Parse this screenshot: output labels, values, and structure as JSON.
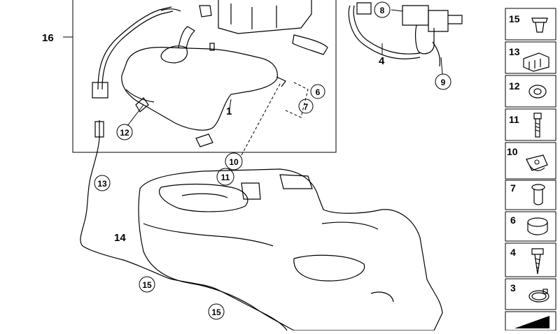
{
  "callouts": {
    "c1": "1",
    "c4": "4",
    "c6": "6",
    "c7": "7",
    "c8": "8",
    "c9": "9",
    "c10": "10",
    "c11": "11",
    "c12": "12",
    "c13": "13",
    "c14": "14",
    "c15a": "15",
    "c15b": "15",
    "c16": "16"
  },
  "legend": [
    {
      "label": "15",
      "icon": "push-clip-icon"
    },
    {
      "label": "13",
      "icon": "cable-clip-icon"
    },
    {
      "label": "12",
      "icon": "grommet-icon"
    },
    {
      "label": "11",
      "icon": "bolt-icon"
    },
    {
      "label": "10",
      "icon": "spring-nut-icon"
    },
    {
      "label": "7",
      "icon": "spacer-sleeve-icon"
    },
    {
      "label": "6",
      "icon": "rubber-ring-icon"
    },
    {
      "label": "4",
      "icon": "screw-icon"
    },
    {
      "label": "3",
      "icon": "hose-clamp-icon"
    },
    {
      "label": "",
      "icon": "wedge-icon"
    }
  ]
}
